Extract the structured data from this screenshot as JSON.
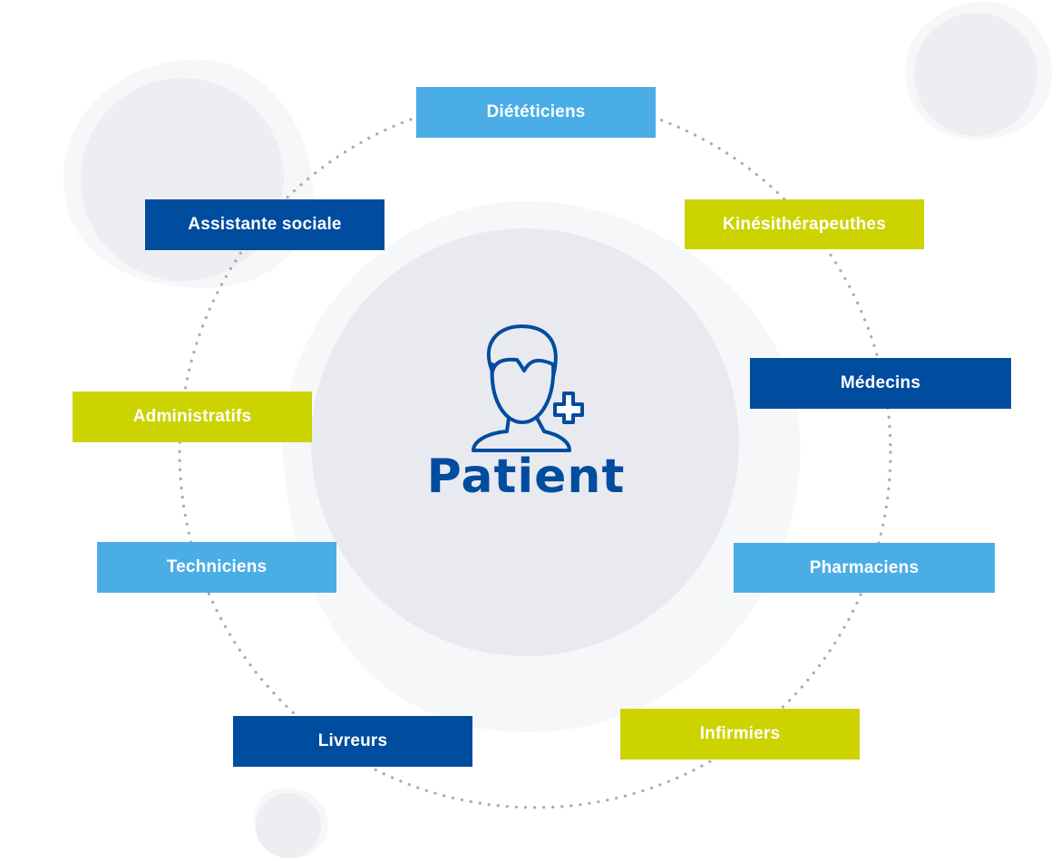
{
  "center": {
    "label": "Patient",
    "icon": "patient-plus-icon"
  },
  "roles": [
    {
      "id": "dieteticiens",
      "label": "Diététiciens",
      "color": "#4aade6"
    },
    {
      "id": "kinesitherapeuthes",
      "label": "Kinésithérapeuthes",
      "color": "#ccd300"
    },
    {
      "id": "medecins",
      "label": "Médecins",
      "color": "#004c9f"
    },
    {
      "id": "pharmaciens",
      "label": "Pharmaciens",
      "color": "#4aade6"
    },
    {
      "id": "infirmiers",
      "label": "Infirmiers",
      "color": "#ccd300"
    },
    {
      "id": "livreurs",
      "label": "Livreurs",
      "color": "#004c9f"
    },
    {
      "id": "techniciens",
      "label": "Techniciens",
      "color": "#4aade6"
    },
    {
      "id": "administratifs",
      "label": "Administratifs",
      "color": "#ccd300"
    },
    {
      "id": "assistante-sociale",
      "label": "Assistante sociale",
      "color": "#004c9f"
    }
  ],
  "colors": {
    "light_blue": "#4aade6",
    "dark_blue": "#004c9f",
    "lime": "#ccd300",
    "blob_outer": "#f6f7f9",
    "blob_inner": "#e8eaf0",
    "dots": "#a7aab0"
  }
}
